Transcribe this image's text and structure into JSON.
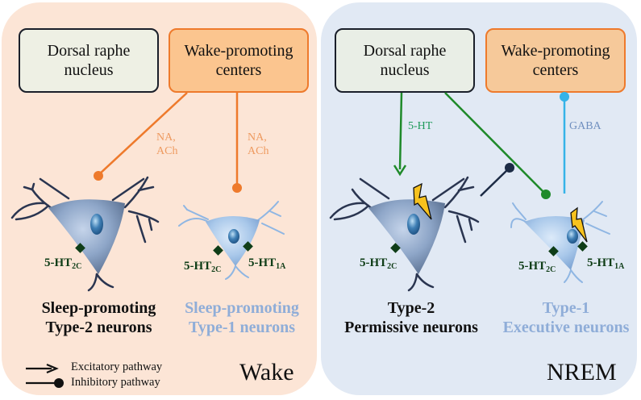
{
  "colors": {
    "wake_bg": "#fce5d6",
    "nrem_bg": "#e1e9f4",
    "drn_box_fill": "#eef0e4",
    "drn_box_fill_nrem": "#e9eee6",
    "wake_box_fill": "#fbc58f",
    "wake_box_fill_nrem": "#f6c99a",
    "orange_pathway": "#ee7a2c",
    "green_pathway": "#1f8a2a",
    "cyan_pathway": "#35b3e8",
    "navy_pathway": "#1c2b45",
    "type2_text": "#111111",
    "type1_text": "#8fadd8",
    "receptor_green": "#0f3d17",
    "label_5ht": "#1f9a5a",
    "label_gaba": "#6f8fbf",
    "label_na": "#ee9a60"
  },
  "wake_panel": {
    "state_label": "Wake",
    "drn_box": "Dorsal raphe\nnucleus",
    "wake_box": "Wake-promoting\ncenters",
    "pathway_labels": [
      "NA,\nACh",
      "NA,\nACh"
    ],
    "neuron_type2": {
      "receptor": {
        "base": "5-HT",
        "sub": "2C"
      },
      "caption": "Sleep-promoting\nType-2 neurons"
    },
    "neuron_type1": {
      "receptors": [
        {
          "base": "5-HT",
          "sub": "2C"
        },
        {
          "base": "5-HT",
          "sub": "1A"
        }
      ],
      "caption": "Sleep-promoting\nType-1 neurons"
    },
    "legend": {
      "excitatory": "Excitatory pathway",
      "inhibitory": "Inhibitory pathway"
    }
  },
  "nrem_panel": {
    "state_label": "NREM",
    "drn_box": "Dorsal raphe\nnucleus",
    "wake_box": "Wake-promoting\ncenters",
    "pathway_labels": {
      "serotonin": "5-HT",
      "gaba": "GABA"
    },
    "neuron_type2": {
      "receptor": {
        "base": "5-HT",
        "sub": "2C"
      },
      "caption": "Type-2\nPermissive neurons",
      "activated": true
    },
    "neuron_type1": {
      "receptors": [
        {
          "base": "5-HT",
          "sub": "2C"
        },
        {
          "base": "5-HT",
          "sub": "1A"
        }
      ],
      "caption": "Type-1\nExecutive neurons",
      "activated": true
    }
  }
}
